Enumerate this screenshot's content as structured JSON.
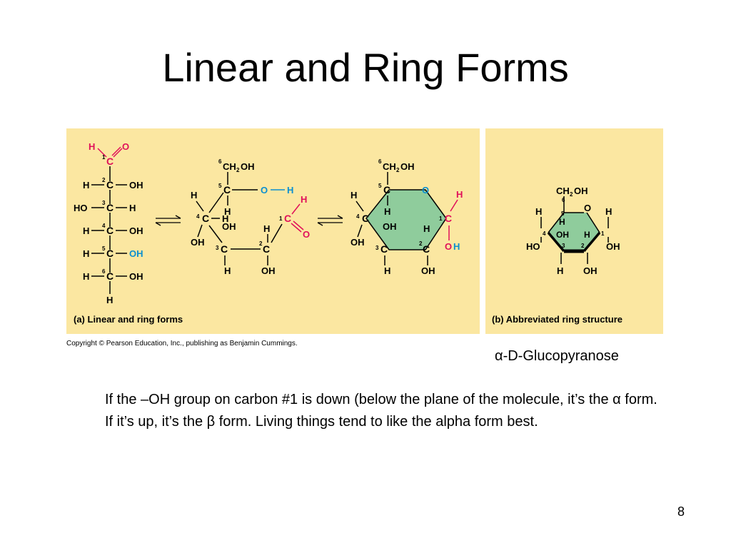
{
  "slide": {
    "title": "Linear and Ring Forms",
    "page_number": "8",
    "copyright": "Copyright © Pearson Education, Inc., publishing as Benjamin Cummings.",
    "caption_right": "α-D-Glucopyranose",
    "body": "If the –OH group on carbon #1 is down (below the plane of the molecule, it’s the α form.  If it’s up, it’s the β form.  Living things tend to like the alpha form best."
  },
  "figure": {
    "panel_a_label": "(a) Linear and ring forms",
    "panel_b_label": "(b) Abbreviated ring structure",
    "colors": {
      "panel_bg": "#fbe7a1",
      "ring_fill": "#8fcc9c",
      "red": "#e0105a",
      "blue": "#0a8fd0",
      "black": "#000000"
    }
  }
}
